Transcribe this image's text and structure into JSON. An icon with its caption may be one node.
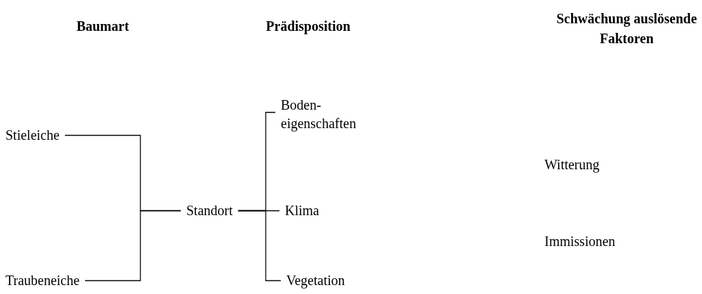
{
  "diagram": {
    "nodes": [
      {
        "text": [
          "Stieleiche"
        ]
      },
      {
        "text": [
          "Traubeneiche"
        ]
      },
      {
        "text": [
          "Standort"
        ]
      },
      {
        "text": [
          "Boden- eigenschaften"
        ]
      },
      {
        "text": [
          "Klima"
        ]
      },
      {
        "text": [
          "Vegetation"
        ]
      },
      {
        "text": [
          "Witterung"
        ]
      },
      {
        "text": [
          "Immissionen"
        ]
      }
    ],
    "edges": [
      {
        "from": 0,
        "to": 2,
        "arrow": "none"
      },
      {
        "from": 1,
        "to": 2,
        "arrow": "none"
      },
      {
        "from": 2,
        "to": 3,
        "arrow": "none"
      },
      {
        "from": 2,
        "to": 4,
        "arrow": "none"
      },
      {
        "from": 2,
        "to": 5,
        "arrow": "none"
      }
    ],
    "labels": [
      "Baumart",
      "Prädisposition",
      "Schwächung auslösende Faktoren"
    ]
  }
}
